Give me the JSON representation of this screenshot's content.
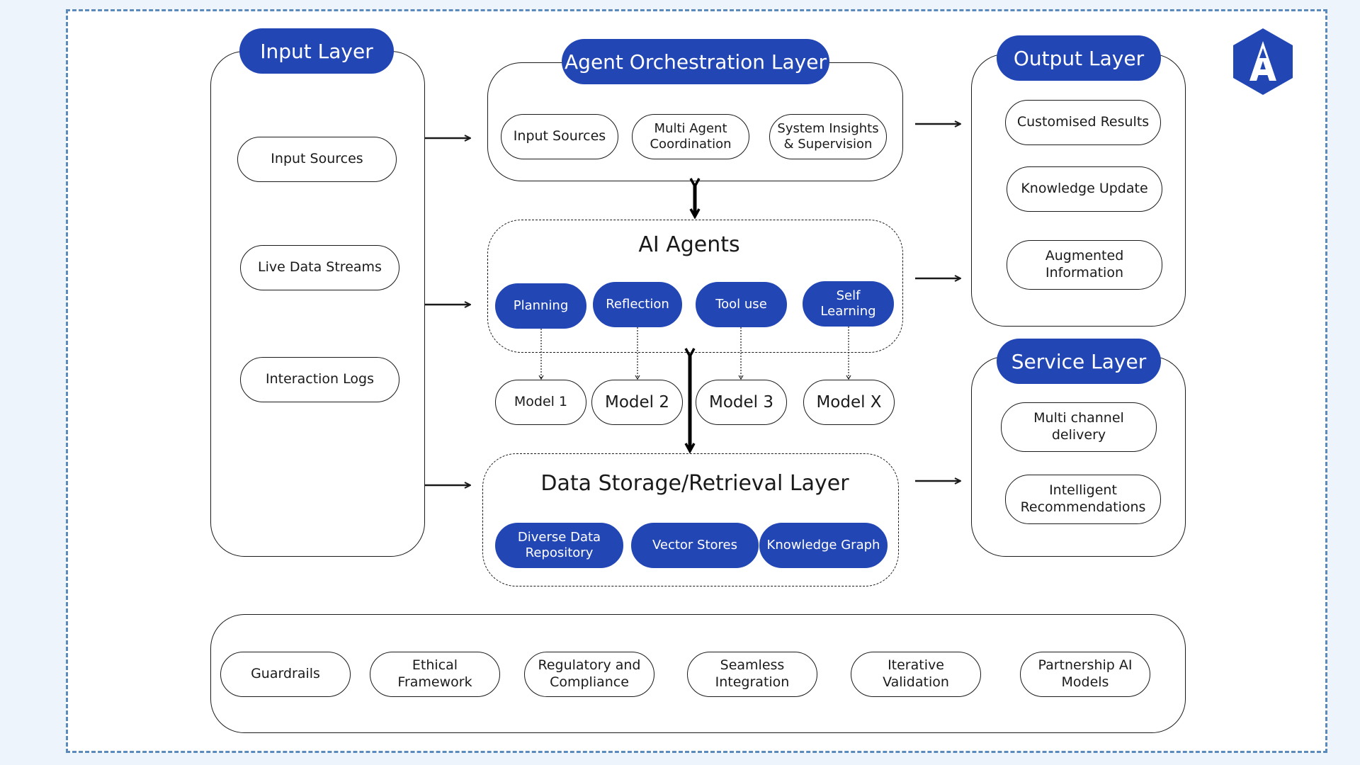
{
  "input_layer": {
    "title": "Input Layer",
    "items": [
      "Input Sources",
      "Live Data Streams",
      "Interaction Logs"
    ]
  },
  "orchestration_layer": {
    "title": "Agent Orchestration Layer",
    "items": [
      "Input Sources",
      "Multi Agent Coordination",
      "System Insights & Supervision"
    ]
  },
  "ai_agents": {
    "title": "AI Agents",
    "capabilities": [
      "Planning",
      "Reflection",
      "Tool use",
      "Self Learning"
    ],
    "models": [
      "Model 1",
      "Model 2",
      "Model 3",
      "Model X"
    ]
  },
  "data_storage_layer": {
    "title": "Data Storage/Retrieval Layer",
    "items": [
      "Diverse Data Repository",
      "Vector Stores",
      "Knowledge Graph"
    ]
  },
  "output_layer": {
    "title": "Output Layer",
    "items": [
      "Customised Results",
      "Knowledge Update",
      "Augmented Information"
    ]
  },
  "service_layer": {
    "title": "Service Layer",
    "items": [
      "Multi channel delivery",
      "Intelligent Recommendations"
    ]
  },
  "foundation": {
    "items": [
      "Guardrails",
      "Ethical Framework",
      "Regulatory and Compliance",
      "Seamless Integration",
      "Iterative Validation",
      "Partnership AI Models"
    ]
  },
  "colors": {
    "accent": "#2346b5",
    "frame": "#5b8bbd",
    "line": "#1a1a1a"
  },
  "logo": {
    "icon": "brand-a-logo-icon"
  }
}
